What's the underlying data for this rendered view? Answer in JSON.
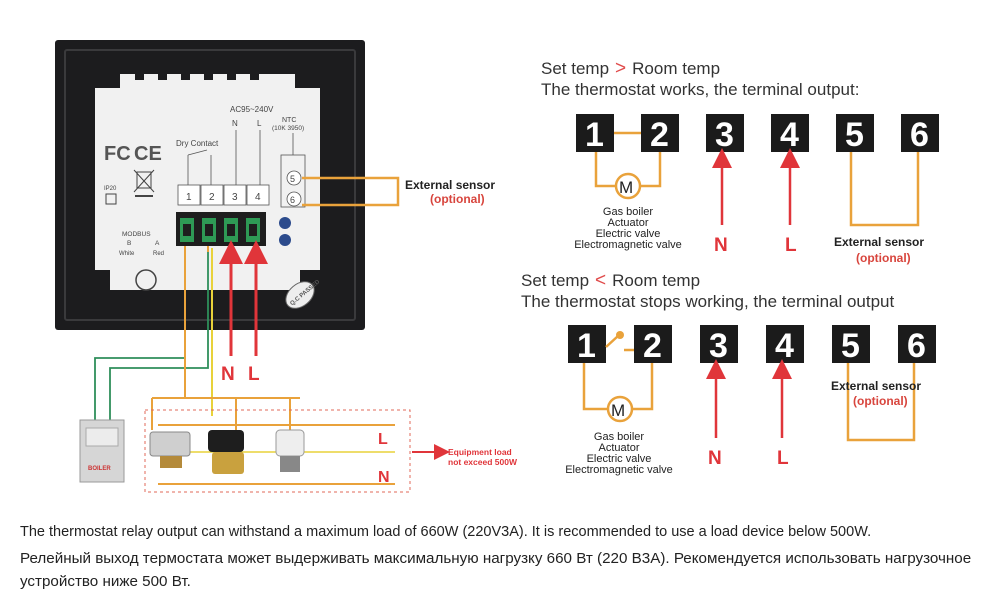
{
  "device": {
    "fc_logo": "FC",
    "ce_logo": "CE",
    "ip_rating": "IP20",
    "dry_contact_label": "Dry Contact",
    "voltage_label": "AC95~240V",
    "n_label": "N",
    "l_label": "L",
    "ntc_label": "NTC",
    "ntc_spec": "(10K 3950)",
    "terminals": [
      "1",
      "2",
      "3",
      "4"
    ],
    "sensor_terminals": [
      "5",
      "6"
    ],
    "modbus_label": "MODBUS",
    "modbus_b": "B",
    "modbus_a": "A",
    "wire_white": "White",
    "wire_red": "Red",
    "qc_sticker": "Q.C PASSED"
  },
  "external_sensor": {
    "label": "External sensor",
    "optional": "(optional)"
  },
  "wiring": {
    "n_label": "N",
    "l_label": "L",
    "load_l": "L",
    "load_n": "N",
    "equipment_note_line1": "Equipment load",
    "equipment_note_line2": "not exceed 500W",
    "boiler_label": "BOILER"
  },
  "works_panel": {
    "line1_left": "Set  temp",
    "line1_sign": ">",
    "line1_right": "Room temp",
    "line2": "The thermostat works, the terminal output:",
    "terminals": [
      "1",
      "2",
      "3",
      "4",
      "5",
      "6"
    ],
    "motor_symbol": "M",
    "load_labels": [
      "Gas boiler",
      "Actuator",
      "Electric valve",
      "Electromagnetic valve"
    ],
    "n_label": "N",
    "l_label": "L",
    "sensor_label": "External sensor",
    "sensor_optional": "(optional)"
  },
  "stops_panel": {
    "line1_left": "Set  temp",
    "line1_sign": "<",
    "line1_right": "Room temp",
    "line2": "The thermostat stops working, the terminal output",
    "terminals": [
      "1",
      "2",
      "3",
      "4",
      "5",
      "6"
    ],
    "motor_symbol": "M",
    "load_labels": [
      "Gas boiler",
      "Actuator",
      "Electric valve",
      "Electromagnetic valve"
    ],
    "n_label": "N",
    "l_label": "L",
    "sensor_label": "External sensor",
    "sensor_optional": "(optional)"
  },
  "notes": {
    "english": "The thermostat relay output can withstand a maximum load of 660W (220V3A). It is recommended to use a load device below 500W.",
    "russian": "Релейный выход термостата может выдерживать максимальную нагрузку 660 Вт (220 В3А). Рекомендуется использовать нагрузочное устройство ниже 500 Вт."
  },
  "colors": {
    "wire_orange": "#e9a23b",
    "wire_red": "#e0353a",
    "wire_green": "#2f8f5b",
    "wire_yellow": "#e8d23a",
    "device_black": "#1c1c1e",
    "backplate": "#f1f1f1",
    "terminal_box": "#1e1e1e",
    "optional_red": "#d8453d"
  }
}
